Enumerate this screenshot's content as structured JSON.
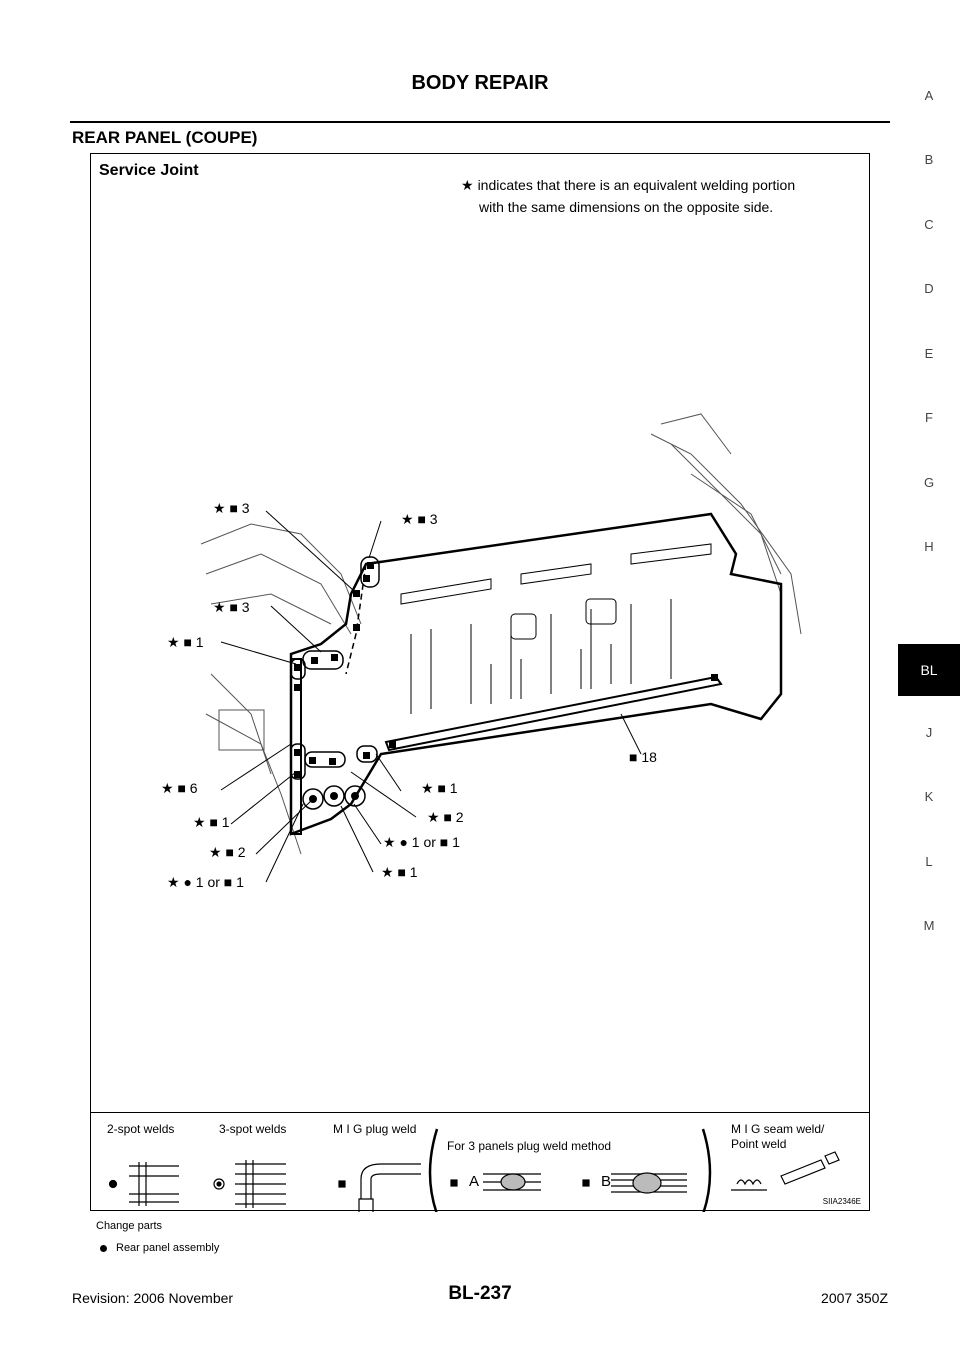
{
  "header": {
    "title": "BODY REPAIR"
  },
  "section_title": "REAR PANEL (COUPE)",
  "side_index": {
    "letters": [
      "A",
      "B",
      "C",
      "D",
      "E",
      "F",
      "G",
      "H",
      "BL",
      "J",
      "K",
      "L",
      "M"
    ],
    "active": "BL"
  },
  "figure": {
    "title": "Service Joint",
    "note_line1": "indicates that there is an equivalent welding portion",
    "note_line2": "with the same dimensions on the opposite side.",
    "callouts": [
      "★ ■ 3",
      "★ ■ 3",
      "★ ■ 3",
      "★ ■ 1",
      "★ ■ 6",
      "★ ■ 1",
      "★ ■ 2",
      "★ ● 1 or ■ 1",
      "★ ■ 1",
      "★ ■ 1",
      "★ ■ 2",
      "★ ● 1 or ■ 1",
      "■ 18"
    ],
    "legend": {
      "two_spot": "2-spot welds",
      "three_spot": "3-spot welds",
      "mig_plug": "M I G plug weld",
      "three_panels": "For 3 panels plug weld method",
      "mig_seam": "M I G seam weld/",
      "point_weld": "Point weld",
      "a_label": "A",
      "b_label": "B"
    },
    "code": "SIIA2346E"
  },
  "change_parts": "Change parts",
  "bullet_item": "Rear panel assembly",
  "footer": {
    "revision": "Revision: 2006 November",
    "page": "BL-237",
    "model": "2007 350Z"
  }
}
